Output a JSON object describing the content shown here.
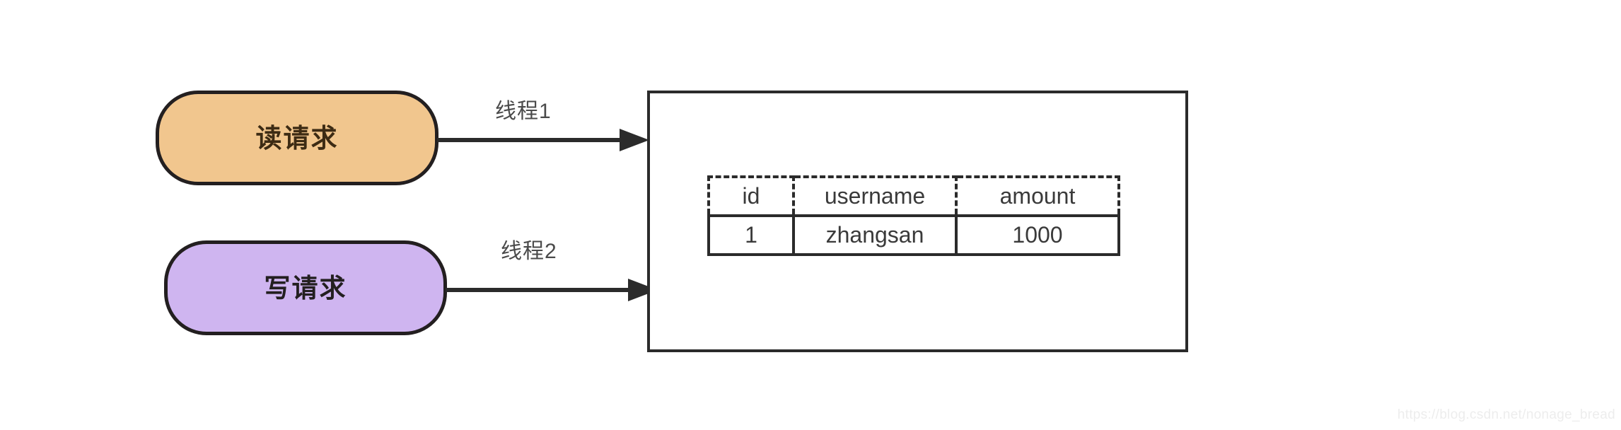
{
  "diagram": {
    "nodes": [
      {
        "id": "read-request",
        "label": "读请求",
        "fill": "#F1C68E"
      },
      {
        "id": "write-request",
        "label": "写请求",
        "fill": "#CFB5F0"
      }
    ],
    "arrows": [
      {
        "id": "thread-1",
        "label": "线程1",
        "from": "read-request",
        "to": "database"
      },
      {
        "id": "thread-2",
        "label": "线程2",
        "from": "write-request",
        "to": "database"
      }
    ],
    "database": {
      "name": "database-container",
      "table": {
        "headers": [
          "id",
          "username",
          "amount"
        ],
        "rows": [
          [
            "1",
            "zhangsan",
            "1000"
          ]
        ]
      }
    },
    "watermark": "https://blog.csdn.net/nonage_bread",
    "colors": {
      "stroke": "#2b2b2b",
      "node_stroke": "#231f20",
      "read_fill": "#F1C68E",
      "write_fill": "#CFB5F0",
      "text": "#3a3a3a",
      "watermark": "#ededed"
    }
  }
}
